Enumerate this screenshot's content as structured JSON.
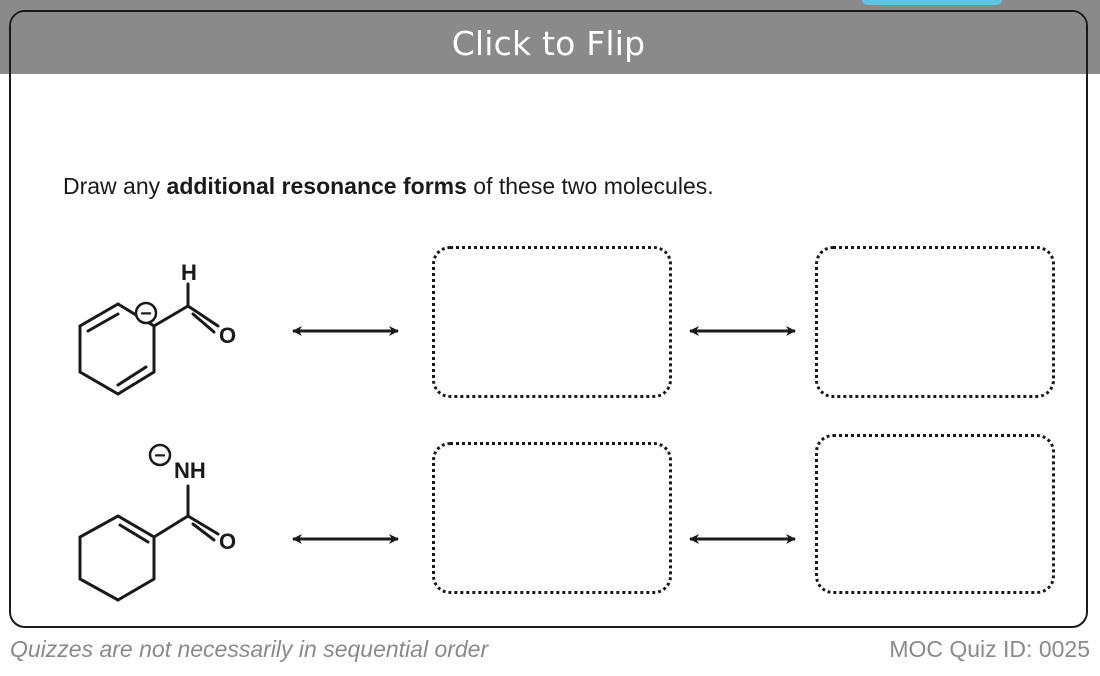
{
  "card": {
    "flip_label": "Click to Flip",
    "question_prefix": "Draw any ",
    "question_bold": "additional resonance forms",
    "question_suffix": " of these two molecules."
  },
  "molecules": [
    {
      "label_top": "H",
      "label_right": "O",
      "charge": "−"
    },
    {
      "label_top": "NH",
      "label_right": "O",
      "charge": "−"
    }
  ],
  "footer": {
    "left": "Quizzes are not necessarily in sequential order",
    "right": "MOC Quiz ID: 0025"
  },
  "colors": {
    "bar": "#8a8a8a",
    "accent": "#5fc4e0",
    "ink": "#1a1a1a",
    "footer_text": "#8a8a8a"
  }
}
